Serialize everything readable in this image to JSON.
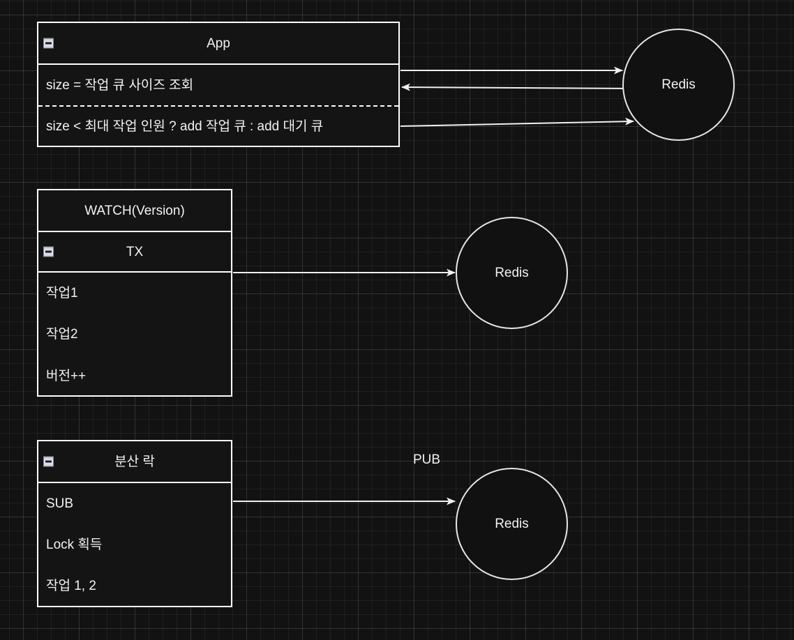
{
  "canvas": {
    "background_color": "#121212",
    "grid_minor_color": "#232323",
    "grid_major_color": "#2e2e2e",
    "stroke_color": "#ffffff",
    "text_color": "#f2f2f2"
  },
  "shapes": [
    {
      "id": "app-box",
      "collapse_icon": "minus-collapse-icon",
      "title": "App",
      "rows": [
        {
          "text": "size = 작업 큐 사이즈 조회",
          "divider": "solid"
        },
        {
          "text": "size < 최대 작업 인원 ? add 작업 큐 : add 대기 큐",
          "divider": "dashed"
        }
      ]
    },
    {
      "id": "watch-tx-box",
      "header": "WATCH(Version)",
      "collapse_icon": "minus-collapse-icon",
      "title": "TX",
      "rows": [
        {
          "text": "작업1"
        },
        {
          "text": "작업2"
        },
        {
          "text": "버전++"
        }
      ]
    },
    {
      "id": "dist-lock-box",
      "collapse_icon": "minus-collapse-icon",
      "title": "분산 락",
      "rows": [
        {
          "text": "SUB"
        },
        {
          "text": "Lock 획득"
        },
        {
          "text": "작업 1, 2"
        }
      ]
    }
  ],
  "nodes": [
    {
      "id": "redis-node-1",
      "label": "Redis"
    },
    {
      "id": "redis-node-2",
      "label": "Redis"
    },
    {
      "id": "redis-node-3",
      "label": "Redis"
    }
  ],
  "edges": [
    {
      "id": "edge-app-query-request",
      "direction": "right",
      "label": ""
    },
    {
      "id": "edge-app-query-response",
      "direction": "left",
      "label": ""
    },
    {
      "id": "edge-app-add-queue",
      "direction": "right",
      "label": ""
    },
    {
      "id": "edge-tx-to-redis",
      "direction": "right",
      "label": ""
    },
    {
      "id": "edge-lock-to-redis",
      "direction": "right",
      "label": "PUB"
    }
  ],
  "labels": {
    "pub": "PUB"
  }
}
